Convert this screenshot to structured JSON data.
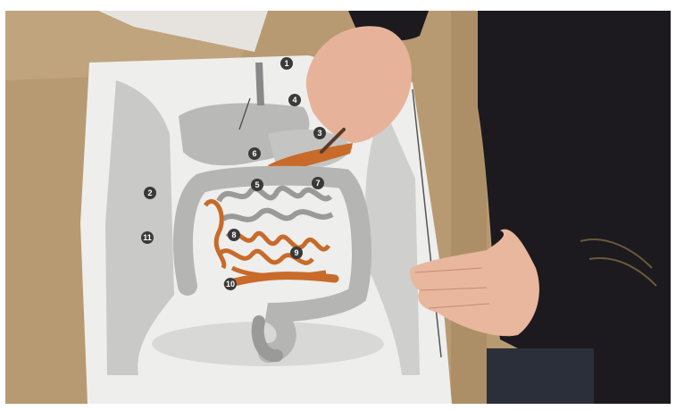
{
  "photo": {
    "subject": "child coloring a printed digestive system worksheet on a wooden desk",
    "callout_labels": [
      "1",
      "4",
      "3",
      "6",
      "5",
      "7",
      "2",
      "8",
      "11",
      "9",
      "10"
    ]
  },
  "colors": {
    "desk": "#b79a72",
    "paper": "#eeeeec",
    "crayon_orange": "#c86a2a",
    "jacket": "#1c1a1f",
    "skin": "#e9b79e",
    "callout": "#3a3a3a"
  }
}
